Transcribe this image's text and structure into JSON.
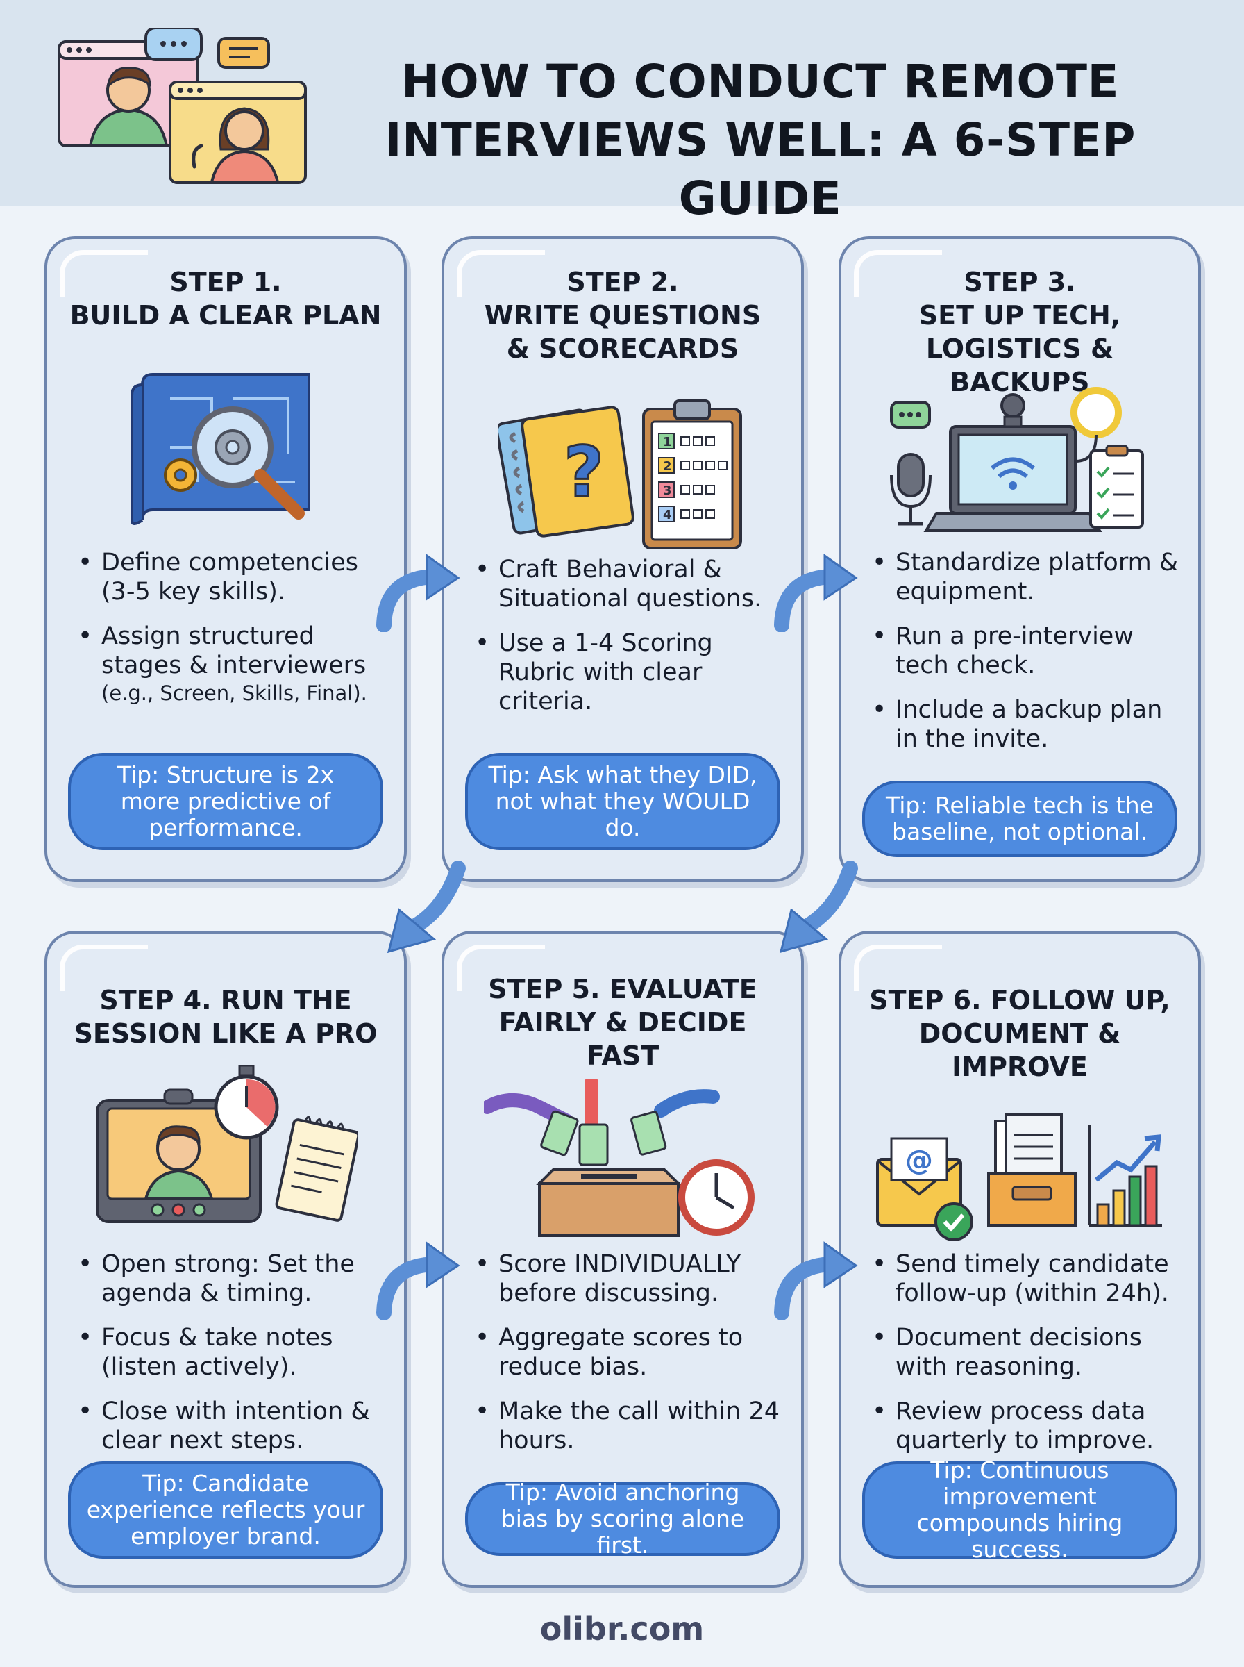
{
  "header": {
    "title_line1": "HOW TO CONDUCT REMOTE",
    "title_line2": "INTERVIEWS WELL: A 6-STEP GUIDE"
  },
  "steps": [
    {
      "title_lines": [
        "STEP 1.",
        "BUILD A CLEAR PLAN"
      ],
      "bullets": [
        {
          "text": "Define competencies (3-5 key skills)."
        },
        {
          "text": "Assign structured stages & interviewers",
          "note": "(e.g., Screen, Skills, Final)."
        }
      ],
      "tip": "Tip: Structure is 2x more predictive of performance."
    },
    {
      "title_lines": [
        "STEP 2.",
        "WRITE QUESTIONS",
        "& SCORECARDS"
      ],
      "bullets": [
        {
          "text": "Craft Behavioral & Situational questions."
        },
        {
          "text": "Use a 1-4 Scoring Rubric with clear criteria."
        }
      ],
      "tip": "Tip: Ask what they DID, not what they WOULD do."
    },
    {
      "title_lines": [
        "STEP 3.",
        "SET UP TECH,",
        "LOGISTICS & BACKUPS"
      ],
      "bullets": [
        {
          "text": "Standardize platform & equipment."
        },
        {
          "text": "Run a pre-interview tech check."
        },
        {
          "text": "Include a backup plan in the invite."
        }
      ],
      "tip": "Tip: Reliable tech is the baseline, not optional."
    },
    {
      "title_lines": [
        "STEP 4. RUN THE",
        "SESSION LIKE A PRO"
      ],
      "bullets": [
        {
          "text": "Open strong: Set the agenda & timing."
        },
        {
          "text": "Focus & take notes (listen actively)."
        },
        {
          "text": "Close with intention & clear next steps."
        }
      ],
      "tip": "Tip: Candidate experience reflects your employer brand."
    },
    {
      "title_lines": [
        "STEP 5. EVALUATE",
        "FAIRLY & DECIDE",
        "FAST"
      ],
      "bullets": [
        {
          "text": "Score INDIVIDUALLY before discussing."
        },
        {
          "text": "Aggregate scores to reduce bias."
        },
        {
          "text": "Make the call within 24 hours."
        }
      ],
      "tip": "Tip: Avoid anchoring bias by scoring alone first."
    },
    {
      "title_lines": [
        "STEP 6. FOLLOW UP,",
        "DOCUMENT & IMPROVE"
      ],
      "bullets": [
        {
          "text": "Send timely candidate follow-up (within 24h)."
        },
        {
          "text": "Document decisions with reasoning."
        },
        {
          "text": "Review process data quarterly to improve."
        }
      ],
      "tip": "Tip: Continuous improvement compounds hiring success."
    }
  ],
  "scorecard_numbers": [
    "1",
    "2",
    "3",
    "4"
  ],
  "email_symbol": "@",
  "footer": "olibr.com",
  "colors": {
    "accent_blue": "#4e8be0",
    "card_border": "#6d84ad",
    "card_fill": "#e3ebf5",
    "header_fill": "#d9e4ef",
    "arrow_blue": "#5b8fd6"
  },
  "icons": {
    "header": "video-interview-icon",
    "step1": "blueprint-magnifier-gear-icon",
    "step2": "question-notebook-clipboard-icon",
    "step3": "laptop-mic-ringlight-icon",
    "step4": "video-call-stopwatch-notepad-icon",
    "step5": "ballot-box-voting-icon",
    "step6": "email-inbox-growth-chart-icon"
  }
}
